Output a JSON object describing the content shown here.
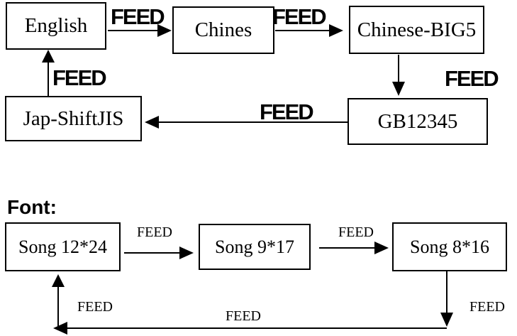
{
  "diagram": {
    "colors": {
      "ink": "#000000",
      "background": "#ffffff"
    },
    "encoding_flow": {
      "nodes": [
        {
          "id": "english",
          "label": "English"
        },
        {
          "id": "chines",
          "label": "Chines"
        },
        {
          "id": "chinese-big5",
          "label": "Chinese-BIG5"
        },
        {
          "id": "gb12345",
          "label": "GB12345"
        },
        {
          "id": "jap-shiftjis",
          "label": "Jap-ShiftJIS"
        }
      ],
      "edges": [
        {
          "from": "English",
          "to": "Chines",
          "label": "FEED"
        },
        {
          "from": "Chines",
          "to": "Chinese-BIG5",
          "label": "FEED"
        },
        {
          "from": "Chinese-BIG5",
          "to": "GB12345",
          "label": "FEED"
        },
        {
          "from": "GB12345",
          "to": "Jap-ShiftJIS",
          "label": "FEED"
        },
        {
          "from": "Jap-ShiftJIS",
          "to": "English",
          "label": "FEED"
        }
      ]
    },
    "font_flow": {
      "section_label": "Font:",
      "nodes": [
        {
          "id": "song-12x24",
          "label": "Song 12*24"
        },
        {
          "id": "song-9x17",
          "label": "Song 9*17"
        },
        {
          "id": "song-8x16",
          "label": "Song 8*16"
        }
      ],
      "edges": [
        {
          "from": "Song 12*24",
          "to": "Song 9*17",
          "label": "FEED"
        },
        {
          "from": "Song 9*17",
          "to": "Song 8*16",
          "label": "FEED"
        },
        {
          "from": "Song 8*16",
          "to": "Song 12*24",
          "segment_labels": [
            "FEED",
            "FEED",
            "FEED"
          ]
        }
      ]
    }
  }
}
